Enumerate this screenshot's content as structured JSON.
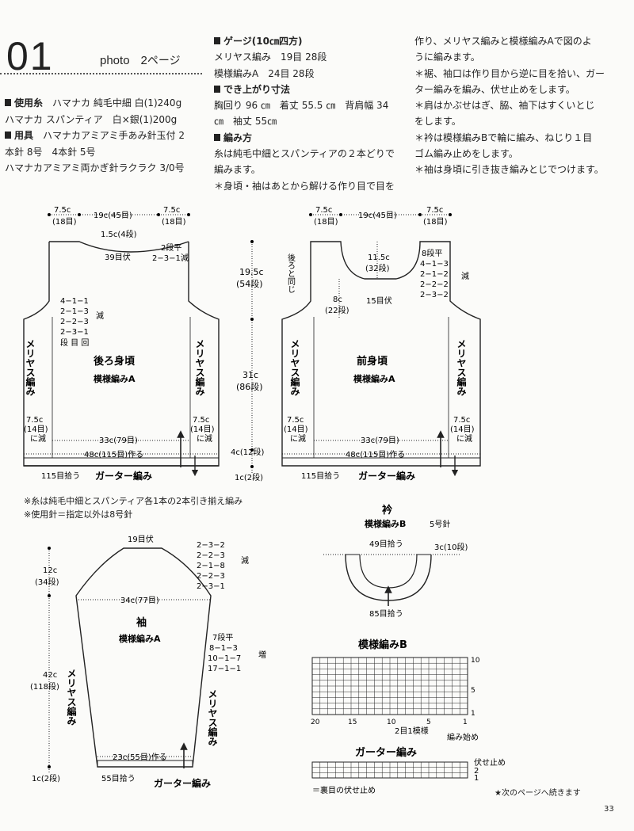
{
  "header": {
    "pattern_no": "01",
    "photo_label": "photo",
    "photo_page": "2",
    "photo_suffix": "ページ"
  },
  "materials": {
    "yarn_label": "使用糸",
    "yarn_line1": "ハマナカ 純毛中細 白(1)240g",
    "yarn_line2": "ハマナカ スパンティア　白×銀(1)200g",
    "tool_label": "用具",
    "tool_line1": "ハマナカアミアミ手あみ針玉付 2",
    "tool_line2": "本針 8号　4本針 5号",
    "tool_line3": "ハマナカアミアミ両かぎ針ラクラク 3/0号"
  },
  "gauge": {
    "label": "ゲージ(10㎝四方)",
    "line1": "メリヤス編み　19目 28段",
    "line2": "模様編みA　24目 28段"
  },
  "size": {
    "label": "でき上がり寸法",
    "line1": "胸回り 96 ㎝　着丈 55.5 ㎝　背肩幅 34",
    "line2": "㎝　袖丈 55㎝"
  },
  "method": {
    "label": "編み方",
    "p1": "糸は純毛中細とスパンティアの２本どりで",
    "p2": "編みます。",
    "p3": "＊身頃・袖はあとから解ける作り目で目を",
    "c3_1": "作り、メリヤス編みと模様編みAで図のよ",
    "c3_2": "うに編みます。",
    "c3_3": "＊裾、袖口は作り目から逆に目を拾い、ガー",
    "c3_4": "ター編みを編み、伏せ止めをします。",
    "c3_5": "＊肩はかぶせはぎ、脇、袖下はすくいとじ",
    "c3_6": "をします。",
    "c3_7": "＊衿は模様編みBで輪に編み、ねじり１目",
    "c3_8": "ゴム編み止めをします。",
    "c3_9": "＊袖は身頃に引き抜き編みとじでつけます。"
  },
  "back": {
    "top_left": "7.5c",
    "top_left_rows": "(18目)",
    "top_mid": "19c(45目)",
    "top_right": "7.5c",
    "top_right_rows": "(18目)",
    "neck_depth": "1.5c(4段)",
    "neck_bind": "39目伏",
    "neck_dec1": "2段平",
    "neck_dec2": "2−3−1減",
    "arm_dec": [
      "4−1−1",
      "2−1−3",
      "2−2−3",
      "2−3−1"
    ],
    "arm_dec_label": "減",
    "arm_dec_head": "段 目 回",
    "title": "後ろ身頃",
    "subtitle": "模様編みA",
    "left_side": "メリヤス編み",
    "right_side": "メリヤス編み",
    "hip_left": "7.5c",
    "hip_left_rows": "(14目)",
    "hip_left_dec": "に減",
    "hip_right": "7.5c",
    "hip_right_rows": "(14目)",
    "hip_right_dec": "に減",
    "waist": "33c(79目)",
    "cast_on": "48c(115目)作る",
    "pickup": "115目拾う",
    "garter": "ガーター編み"
  },
  "middle": {
    "h1": "19.5c",
    "h1_rows": "(54段)",
    "h2": "31c",
    "h2_rows": "(86段)",
    "h3": "4c(12段)",
    "h4": "1c(2段)"
  },
  "front": {
    "top_left": "7.5c",
    "top_left_rows": "(18目)",
    "top_mid": "19c(45目)",
    "top_right": "7.5c",
    "top_right_rows": "(18目)",
    "same_as_back": "後ろと同じ",
    "neck_depth": "11.5c",
    "neck_depth_rows": "(32段)",
    "neck_dec": [
      "8段平",
      "4−1−3",
      "2−1−2",
      "2−2−2",
      "2−3−2"
    ],
    "neck_dec_label": "減",
    "neck_w": "8c",
    "neck_w_rows": "(22段)",
    "neck_bind": "15目伏",
    "title": "前身頃",
    "subtitle": "模様編みA",
    "left_side": "メリヤス編み",
    "right_side": "メリヤス編み",
    "hip_left": "7.5c",
    "hip_left_rows": "(14目)",
    "hip_left_dec": "に減",
    "hip_right": "7.5c",
    "hip_right_rows": "(14目)",
    "hip_right_dec": "に減",
    "waist": "33c(79目)",
    "cast_on": "48c(115目)作る",
    "pickup": "115目拾う",
    "garter": "ガーター編み"
  },
  "notes": {
    "n1": "※糸は純毛中細とスパンティア各1本の2本引き揃え編み",
    "n2": "※使用針＝指定以外は8号針"
  },
  "sleeve": {
    "cap_bind": "19目伏",
    "cap_dec": [
      "2−3−2",
      "2−2−3",
      "2−1−8",
      "2−2−3",
      "2−3−1"
    ],
    "cap_dec_label": "減",
    "cap_h": "12c",
    "cap_h_rows": "(34段)",
    "width": "34c(77目)",
    "title": "袖",
    "subtitle": "模様編みA",
    "inc": [
      "7段平",
      "8−1−3",
      "10−1−7",
      "17−1−1"
    ],
    "inc_label": "増",
    "len": "42c",
    "len_rows": "(118段)",
    "side_left": "メリヤス編み",
    "side_right": "メリヤス編み",
    "cuff": "23c(55目)作る",
    "cuff_pickup": "55目拾う",
    "garter": "ガーター編み",
    "bottom": "1c(2段)"
  },
  "collar": {
    "title": "衿",
    "subtitle": "模様編みB",
    "needle": "5号針",
    "pickup_top": "49目拾う",
    "depth": "3c(10段)",
    "pickup_bottom": "85目拾う"
  },
  "chartB": {
    "title": "模様編みB",
    "row10": "10",
    "row5": "5",
    "row1": "1",
    "x20": "20",
    "x15": "15",
    "x10": "10",
    "x5": "5",
    "x1": "1",
    "repeat": "2目1模様",
    "start": "編み始め"
  },
  "garterChart": {
    "title": "ガーター編み",
    "bindoff": "伏せ止め",
    "r2": "2",
    "r1": "1",
    "legend": "＝裏目の伏せ止め"
  },
  "footer": {
    "cont": "★次のページへ続きます",
    "page": "33"
  }
}
